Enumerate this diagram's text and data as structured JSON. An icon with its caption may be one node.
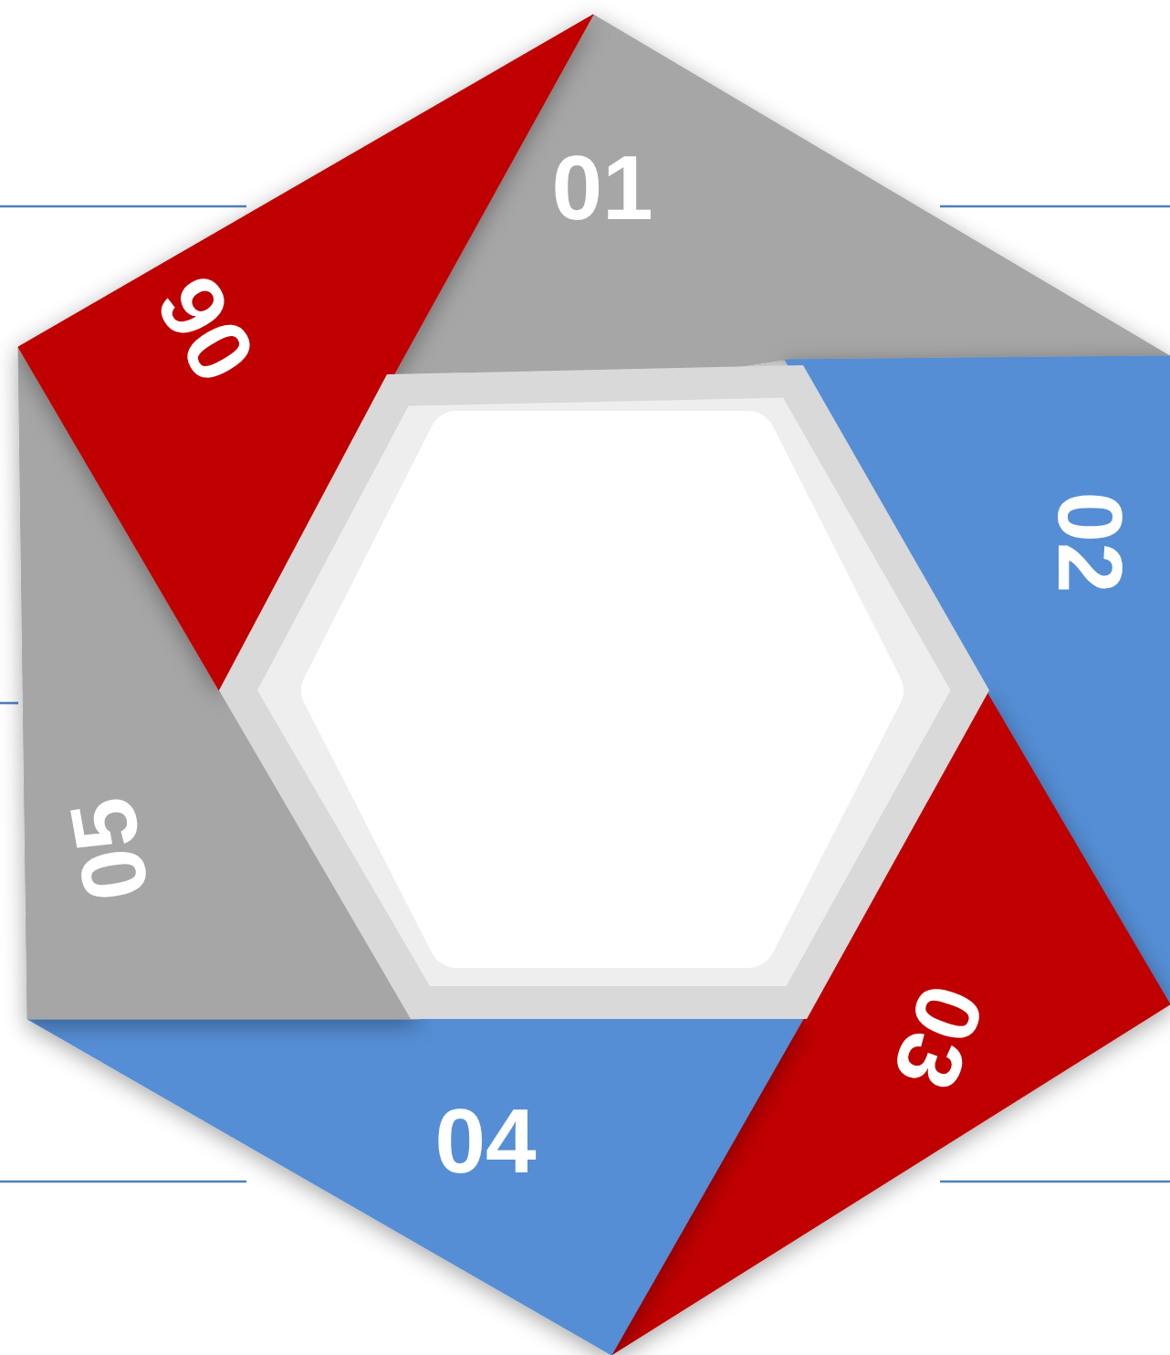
{
  "diagram": {
    "nodes": [
      {
        "text": [
          "01"
        ]
      },
      {
        "text": [
          "02"
        ]
      },
      {
        "text": [
          "03"
        ]
      },
      {
        "text": [
          "04"
        ]
      },
      {
        "text": [
          "05"
        ]
      },
      {
        "text": [
          "06"
        ]
      },
      {
        "text": [],
        "shape": "hexagon"
      }
    ]
  }
}
